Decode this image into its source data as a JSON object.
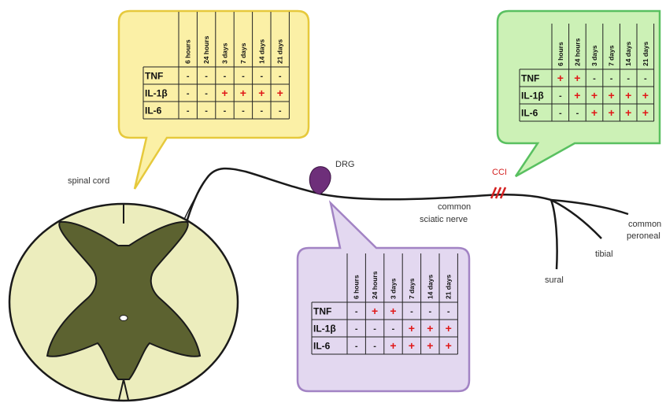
{
  "labels": {
    "spinal_cord": "spinal cord",
    "drg": "DRG",
    "common_sciatic_line1": "common",
    "common_sciatic_line2": "sciatic nerve",
    "cci": "CCI",
    "sural": "sural",
    "tibial": "tibial",
    "common_peroneal_line1": "common",
    "common_peroneal_line2": "peroneal"
  },
  "time_points": [
    "6 hours",
    "24 hours",
    "3 days",
    "7 days",
    "14 days",
    "21 days"
  ],
  "cytokines": [
    "TNF",
    "IL-1β",
    "IL-6"
  ],
  "symbols": {
    "up": "+",
    "none": "-"
  },
  "colors": {
    "spinal_cord_white_matter": "#ecedbd",
    "spinal_cord_grey_matter": "#5c6230",
    "drg_body": "#6e2f7a",
    "cci_ligature": "#d42020",
    "positive_mark": "#e01818"
  },
  "tables": {
    "spinal_cord": {
      "fill": "#fbf0a6",
      "stroke": "#e6c93c",
      "rows": [
        [
          "-",
          "-",
          "-",
          "-",
          "-",
          "-"
        ],
        [
          "-",
          "-",
          "+",
          "+",
          "+",
          "+"
        ],
        [
          "-",
          "-",
          "-",
          "-",
          "-",
          "-"
        ]
      ]
    },
    "sciatic_nerve": {
      "fill": "#ccf1b6",
      "stroke": "#59c060",
      "rows": [
        [
          "+",
          "+",
          "-",
          "-",
          "-",
          "-"
        ],
        [
          "-",
          "+",
          "+",
          "+",
          "+",
          "+"
        ],
        [
          "-",
          "-",
          "+",
          "+",
          "+",
          "+"
        ]
      ]
    },
    "drg": {
      "fill": "#e3d8f0",
      "stroke": "#a283c4",
      "rows": [
        [
          "-",
          "+",
          "+",
          "-",
          "-",
          "-"
        ],
        [
          "-",
          "-",
          "-",
          "+",
          "+",
          "+"
        ],
        [
          "-",
          "-",
          "+",
          "+",
          "+",
          "+"
        ]
      ]
    }
  }
}
